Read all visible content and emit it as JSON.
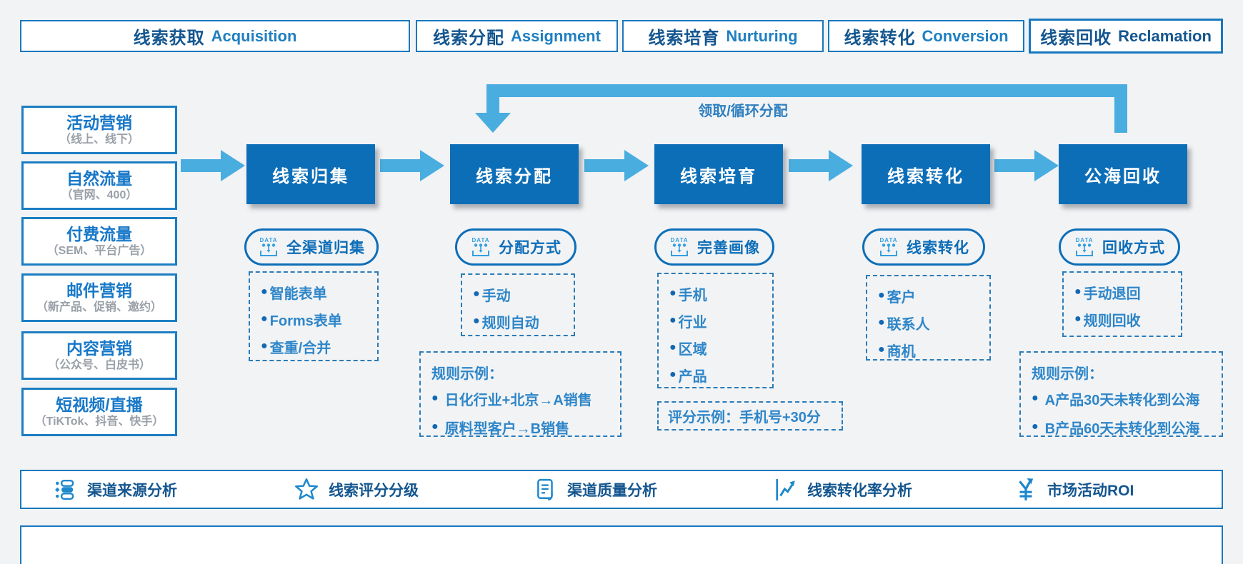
{
  "colors": {
    "background": "#f2f3f5",
    "node_blue": "#0d6eb8",
    "arrow_blue": "#49ade0",
    "border_blue": "#1878be",
    "header_zh": "#14568f",
    "header_en": "#1f7fc0",
    "item_text": "#2e86c9",
    "source_subtitle_gray": "#9aa0a8"
  },
  "header": {
    "phases": [
      {
        "zh": "线索获取",
        "en": "Acquisition"
      },
      {
        "zh": "线索分配",
        "en": "Assignment"
      },
      {
        "zh": "线索培育",
        "en": "Nurturing"
      },
      {
        "zh": "线索转化",
        "en": "Conversion"
      },
      {
        "zh": "线索回收",
        "en": "Reclamation"
      }
    ]
  },
  "sources": [
    {
      "title": "活动营销",
      "subtitle": "（线上、线下）"
    },
    {
      "title": "自然流量",
      "subtitle": "（官网、400）"
    },
    {
      "title": "付费流量",
      "subtitle": "（SEM、平台广告）"
    },
    {
      "title": "邮件营销",
      "subtitle": "（新产品、促销、邀约）"
    },
    {
      "title": "内容营销",
      "subtitle": "（公众号、白皮书）"
    },
    {
      "title": "短视频/直播",
      "subtitle": "（TiKTok、抖音、快手）"
    }
  ],
  "flow": {
    "loop_label": "领取/循环分配",
    "pill_icon": "data-collect-icon",
    "columns": [
      {
        "node": "线索归集",
        "pill": "全渠道归集",
        "items": [
          "智能表单",
          "Forms表单",
          "查重/合并"
        ]
      },
      {
        "node": "线索分配",
        "pill": "分配方式",
        "items": [
          "手动",
          "规则自动"
        ],
        "example": {
          "title": "规则示例：",
          "items": [
            "日化行业+北京→A销售",
            "原料型客户→B销售"
          ]
        }
      },
      {
        "node": "线索培育",
        "pill": "完善画像",
        "items": [
          "手机",
          "行业",
          "区域",
          "产品"
        ],
        "score_example": "评分示例：手机号+30分"
      },
      {
        "node": "线索转化",
        "pill": "线索转化",
        "items": [
          "客户",
          "联系人",
          "商机"
        ]
      },
      {
        "node": "公海回收",
        "pill": "回收方式",
        "items": [
          "手动退回",
          "规则回收"
        ],
        "example": {
          "title": "规则示例：",
          "items": [
            "A产品30天未转化到公海",
            "B产品60天未转化到公海"
          ]
        }
      }
    ]
  },
  "analytics": [
    {
      "icon": "channel-source-icon",
      "label": "渠道来源分析"
    },
    {
      "icon": "star-icon",
      "label": "线索评分分级"
    },
    {
      "icon": "report-icon",
      "label": "渠道质量分析"
    },
    {
      "icon": "trend-chart-icon",
      "label": "线索转化率分析"
    },
    {
      "icon": "yuan-roi-icon",
      "label": "市场活动ROI"
    }
  ]
}
